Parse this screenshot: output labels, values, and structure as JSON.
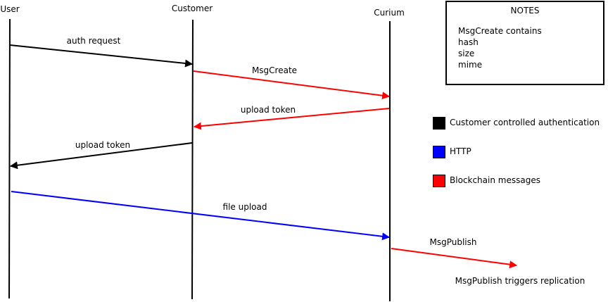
{
  "lifelines": {
    "user": "User",
    "customer": "Customer",
    "curium": "Curium"
  },
  "messages": {
    "auth_request": "auth request",
    "msg_create": "MsgCreate",
    "upload_token_1": "upload token",
    "upload_token_2": "upload token",
    "file_upload": "file upload",
    "msg_publish": "MsgPublish"
  },
  "outcome": "MsgPublish triggers replication",
  "notes": {
    "title": "NOTES",
    "lines": [
      "MsgCreate contains",
      "hash",
      "size",
      "mime"
    ]
  },
  "legend": [
    {
      "label": "Customer controlled authentication",
      "color": "#000000"
    },
    {
      "label": "HTTP",
      "color": "#0000ff"
    },
    {
      "label": "Blockchain messages",
      "color": "#ff0000"
    }
  ],
  "colors": {
    "black": "#000000",
    "blue": "#0000ff",
    "red": "#ff0000"
  }
}
